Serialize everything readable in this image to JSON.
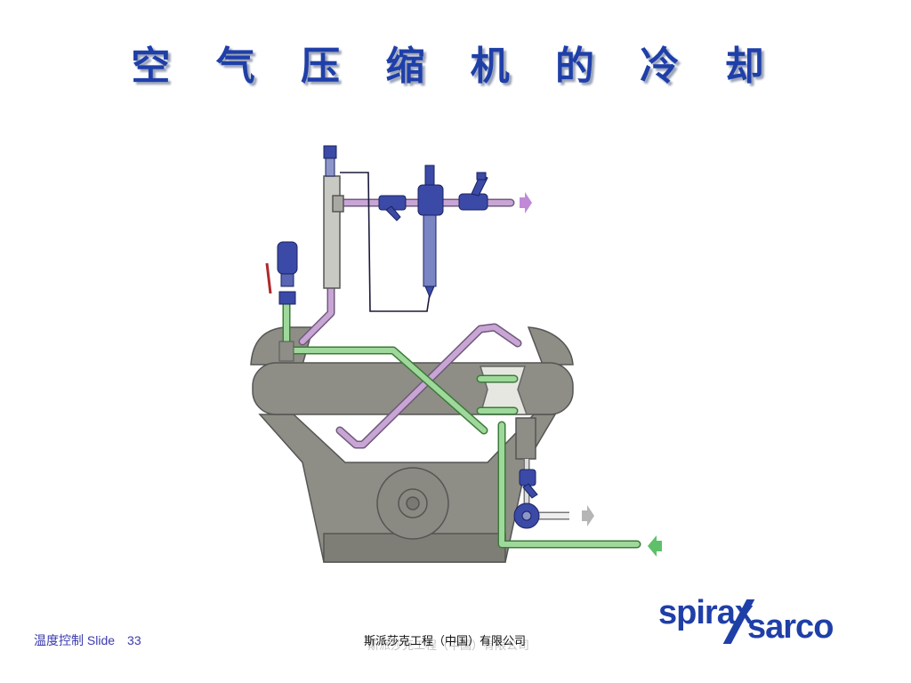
{
  "slide": {
    "title": "空 气 压 缩 机 的 冷 却",
    "footer_topic": "温度控制 Slide",
    "footer_number": "33",
    "footer_company": "斯派莎克工程（中国）有限公司"
  },
  "logo": {
    "word1": "spirax",
    "word2": "sarco"
  },
  "colors": {
    "title": "#1f3fa8",
    "compressor": "#8e8e86",
    "hot_pipe": "#c9a5d6",
    "cold_pipe": "#9ed89a",
    "valve": "#3b4aa6",
    "logo": "#1f3fa8"
  }
}
